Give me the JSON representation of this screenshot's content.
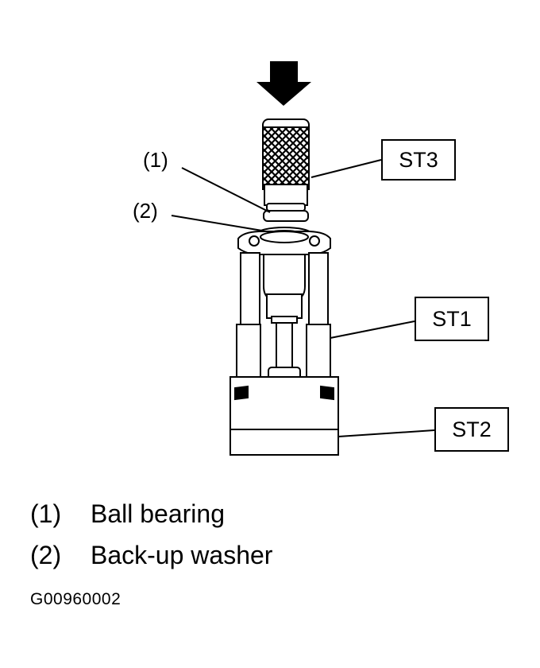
{
  "callouts": {
    "st3": "ST3",
    "st1": "ST1",
    "st2": "ST2",
    "num1": "(1)",
    "num2": "(2)"
  },
  "legend": [
    {
      "num": "(1)",
      "label": "Ball bearing"
    },
    {
      "num": "(2)",
      "label": "Back-up washer"
    }
  ],
  "figure_id": "G00960002",
  "icons": {
    "press_direction": "down-arrow-icon"
  }
}
